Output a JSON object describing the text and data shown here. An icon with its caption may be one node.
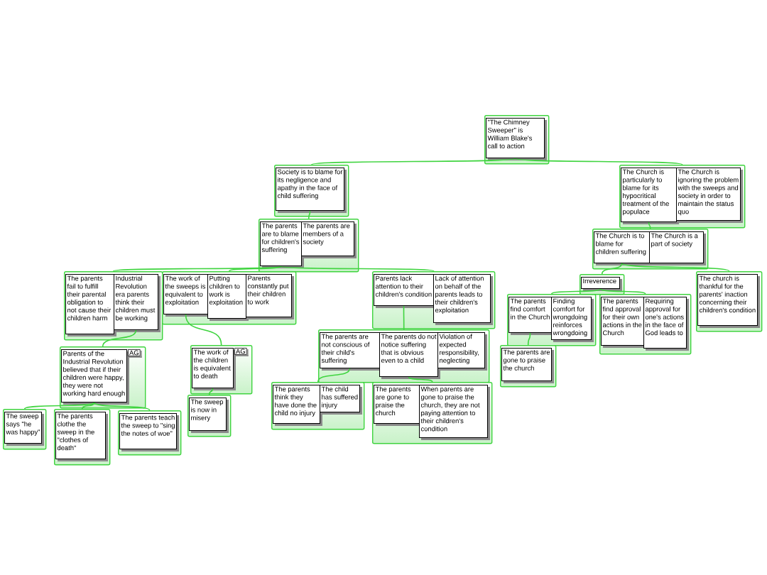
{
  "diagram": {
    "nodes": [
      {
        "text": [],
        "shape": "box"
      },
      {
        "text": [
          "\"The Chimney Sweeper\" is William Blake's call to action"
        ],
        "in": 0
      },
      {
        "text": [],
        "shape": "box"
      },
      {
        "text": [
          "Society is to blame for its negligence and apathy in the face of child suffering"
        ],
        "in": 2
      },
      {
        "text": [],
        "shape": "box"
      },
      {
        "text": [
          "The Church is particularly to blame for its hypocritical treatment of the populace"
        ],
        "in": 4
      },
      {
        "text": [
          "The Church is ignoring the problem with the sweeps and society in order to maintain the status quo"
        ],
        "in": 4
      },
      {
        "text": [],
        "shape": "box"
      },
      {
        "text": [
          "The parents are to blame for children's suffering"
        ],
        "in": 7
      },
      {
        "text": [
          "The parents are members of a society"
        ],
        "in": 7
      },
      {
        "text": [],
        "shape": "box"
      },
      {
        "text": [
          "The Church is to blame for children suffering"
        ],
        "in": 10
      },
      {
        "text": [
          "The Church is a part of society"
        ],
        "in": 10
      },
      {
        "text": [],
        "shape": "box"
      },
      {
        "text": [
          "The parents fail to fulfill their parental obligation to not cause their children harm"
        ],
        "in": 13
      },
      {
        "text": [
          "Industrial Revolution era parents think their children must be working"
        ],
        "in": 13
      },
      {
        "text": [],
        "shape": "box"
      },
      {
        "text": [
          "The work of the sweeps is equivalent to exploitation"
        ],
        "in": 16
      },
      {
        "text": [
          "Putting children to work is exploitation"
        ],
        "in": 16
      },
      {
        "text": [
          "Parents constantly put their children to work"
        ],
        "in": 16
      },
      {
        "text": [],
        "shape": "box"
      },
      {
        "text": [
          "Parents lack attention to their children's condition"
        ],
        "in": 20
      },
      {
        "text": [
          "Lack of attention on behalf of the parents leads to their children's exploitation"
        ],
        "in": 20
      },
      {
        "text": [],
        "shape": "box"
      },
      {
        "text": [
          "Irreverence"
        ],
        "in": 23
      },
      {
        "text": [],
        "shape": "box"
      },
      {
        "text": [
          "The church is thankful for the parents' inaction concerning their children's condition"
        ],
        "in": 25
      },
      {
        "text": [],
        "shape": "box"
      },
      {
        "text": [
          "The parents find comfort in the Church"
        ],
        "in": 27
      },
      {
        "text": [
          "Finding comfort for wrongdoing reinforces wrongdoing"
        ],
        "in": 27
      },
      {
        "text": [],
        "shape": "box"
      },
      {
        "text": [
          "The parents find approval for their own actions in the Church"
        ],
        "in": 30
      },
      {
        "text": [
          "Requiring approval for one's actions in the face of God leads to"
        ],
        "in": 30
      },
      {
        "text": [],
        "shape": "box"
      },
      {
        "text": [
          "Parents of the Industrial Revolution believed that if their children were happy, they were not working hard enough"
        ],
        "in": 33,
        "beside": [
          "AG"
        ]
      },
      {
        "text": [],
        "shape": "box"
      },
      {
        "text": [
          "The work of the children is equivalent to death"
        ],
        "in": 35,
        "beside": [
          "AG"
        ]
      },
      {
        "text": [],
        "shape": "box"
      },
      {
        "text": [
          "The parents are not conscious of their child's suffering"
        ],
        "in": 37
      },
      {
        "text": [
          "The parents do not notice suffering that is obvious even to a child"
        ],
        "in": 37
      },
      {
        "text": [
          "Violation of expected responsibility, neglecting"
        ],
        "in": 37
      },
      {
        "text": [],
        "shape": "box"
      },
      {
        "text": [
          "The parents are gone to praise the church"
        ],
        "in": 41
      },
      {
        "text": [],
        "shape": "box"
      },
      {
        "text": [
          "The sweep says \"he was happy\""
        ],
        "in": 43
      },
      {
        "text": [],
        "shape": "box"
      },
      {
        "text": [
          "The parents clothe the sweep in the \"clothes of death\""
        ],
        "in": 45
      },
      {
        "text": [],
        "shape": "box"
      },
      {
        "text": [
          "The parents teach the sweep to \"sing the notes of woe\""
        ],
        "in": 47
      },
      {
        "text": [],
        "shape": "box"
      },
      {
        "text": [
          "The sweep is now in misery"
        ],
        "in": 49
      },
      {
        "text": [],
        "shape": "box"
      },
      {
        "text": [
          "The parents think they have done the child no injury"
        ],
        "in": 51
      },
      {
        "text": [
          "The child has suffered injury"
        ],
        "in": 51
      },
      {
        "text": [],
        "shape": "box"
      },
      {
        "text": [
          "The parents are gone to praise the church"
        ],
        "in": 54
      },
      {
        "text": [
          "When parents are gone to praise the church, they are not paying attention to their children's condition"
        ],
        "in": 54
      }
    ],
    "edges": [
      {
        "from": 1,
        "to": 2,
        "arrow": "none"
      },
      {
        "from": 1,
        "to": 4,
        "arrow": "none"
      },
      {
        "from": 3,
        "to": 7,
        "arrow": "none"
      },
      {
        "from": 5,
        "to": 10,
        "arrow": "none"
      },
      {
        "from": 8,
        "to": 13,
        "arrow": "none"
      },
      {
        "from": 8,
        "to": 16,
        "arrow": "none"
      },
      {
        "from": 8,
        "to": 20,
        "arrow": "none"
      },
      {
        "from": 11,
        "to": 23,
        "arrow": "none"
      },
      {
        "from": 11,
        "to": 25,
        "arrow": "none"
      },
      {
        "from": 24,
        "to": 27,
        "arrow": "none"
      },
      {
        "from": 24,
        "to": 30,
        "arrow": "none"
      },
      {
        "from": 15,
        "to": 33,
        "arrow": "none"
      },
      {
        "from": 17,
        "to": 35,
        "arrow": "none"
      },
      {
        "from": 21,
        "to": 37,
        "arrow": "none"
      },
      {
        "from": 28,
        "to": 41,
        "arrow": "none"
      },
      {
        "from": 34,
        "to": 43,
        "arrow": "none"
      },
      {
        "from": 34,
        "to": 45,
        "arrow": "none"
      },
      {
        "from": 34,
        "to": 47,
        "arrow": "none"
      },
      {
        "from": 36,
        "to": 49,
        "arrow": "none"
      },
      {
        "from": 38,
        "to": 51,
        "arrow": "none"
      },
      {
        "from": 39,
        "to": 54,
        "arrow": "none"
      }
    ]
  }
}
